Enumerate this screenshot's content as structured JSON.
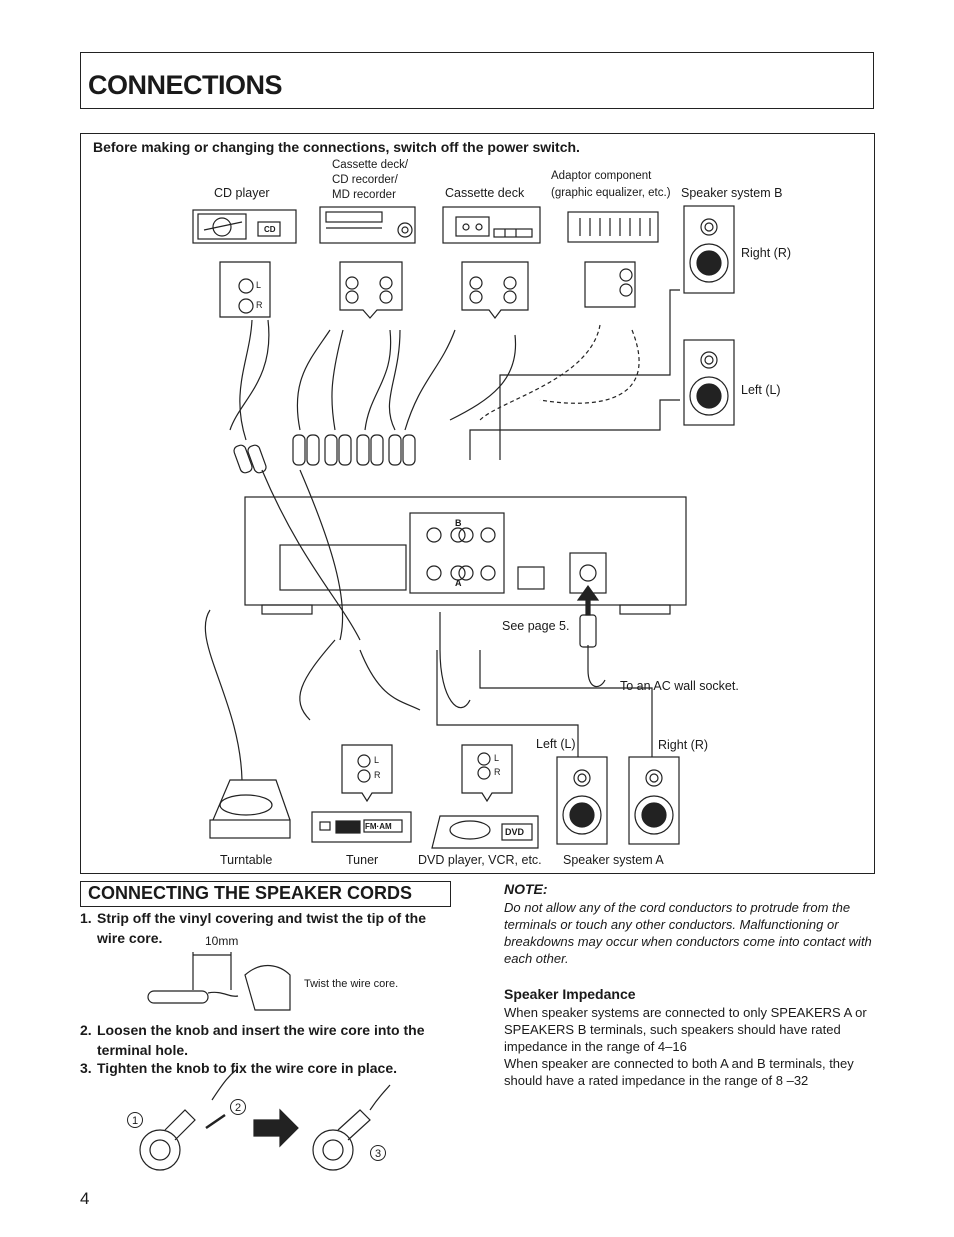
{
  "title": "CONNECTIONS",
  "warning": "Before making or changing the connections, switch off the power switch.",
  "devices": {
    "cd_player": "CD player",
    "cd_badge": "CD",
    "cassette_recorder_l1": "Cassette deck/",
    "cassette_recorder_l2": "CD recorder/",
    "cassette_recorder_l3": "MD recorder",
    "cassette_deck": "Cassette deck",
    "adaptor_l1": "Adaptor component",
    "adaptor_l2": "(graphic equalizer, etc.)",
    "speaker_b": "Speaker system B",
    "right_r": "Right (R)",
    "left_l": "Left (L)",
    "see_page": "See page 5.",
    "ac_socket": "To an AC wall socket.",
    "left_l_a": "Left (L)",
    "right_r_a": "Right (R)",
    "turntable": "Turntable",
    "tuner": "Tuner",
    "tuner_badge": "FM·AM",
    "dvd": "DVD player, VCR, etc.",
    "dvd_badge": "DVD",
    "speaker_a": "Speaker system A",
    "ch_l": "L",
    "ch_r": "R",
    "term_a": "A",
    "term_b": "B"
  },
  "speaker_section": {
    "heading": "CONNECTING THE SPEAKER CORDS",
    "step1_num": "1.",
    "step1_l1": "Strip off the vinyl covering and twist the tip of the",
    "step1_l2": "wire core.",
    "measure": "10mm",
    "twist": "Twist the wire core.",
    "step2_num": "2.",
    "step2_l1": "Loosen the knob and insert the wire core into the",
    "step2_l2": "terminal hole.",
    "step3_num": "3.",
    "step3_l1": "Tighten the knob to fix the wire core in place.",
    "c1": "1",
    "c2": "2",
    "c3": "3"
  },
  "note": {
    "heading": "NOTE:",
    "body": "Do not allow any of the cord conductors to protrude from the terminals or touch any other conductors. Malfunctioning or breakdowns may occur when conductors come into contact with each other."
  },
  "impedance": {
    "heading": "Speaker Impedance",
    "p1": "When speaker systems are connected to only SPEAKERS A or SPEAKERS B terminals, such speakers should have rated impedance in the range of 4–16",
    "p2": "When speaker are connected to both A and B terminals, they should have a rated impedance in the range of 8 –32"
  },
  "page_number": "4"
}
